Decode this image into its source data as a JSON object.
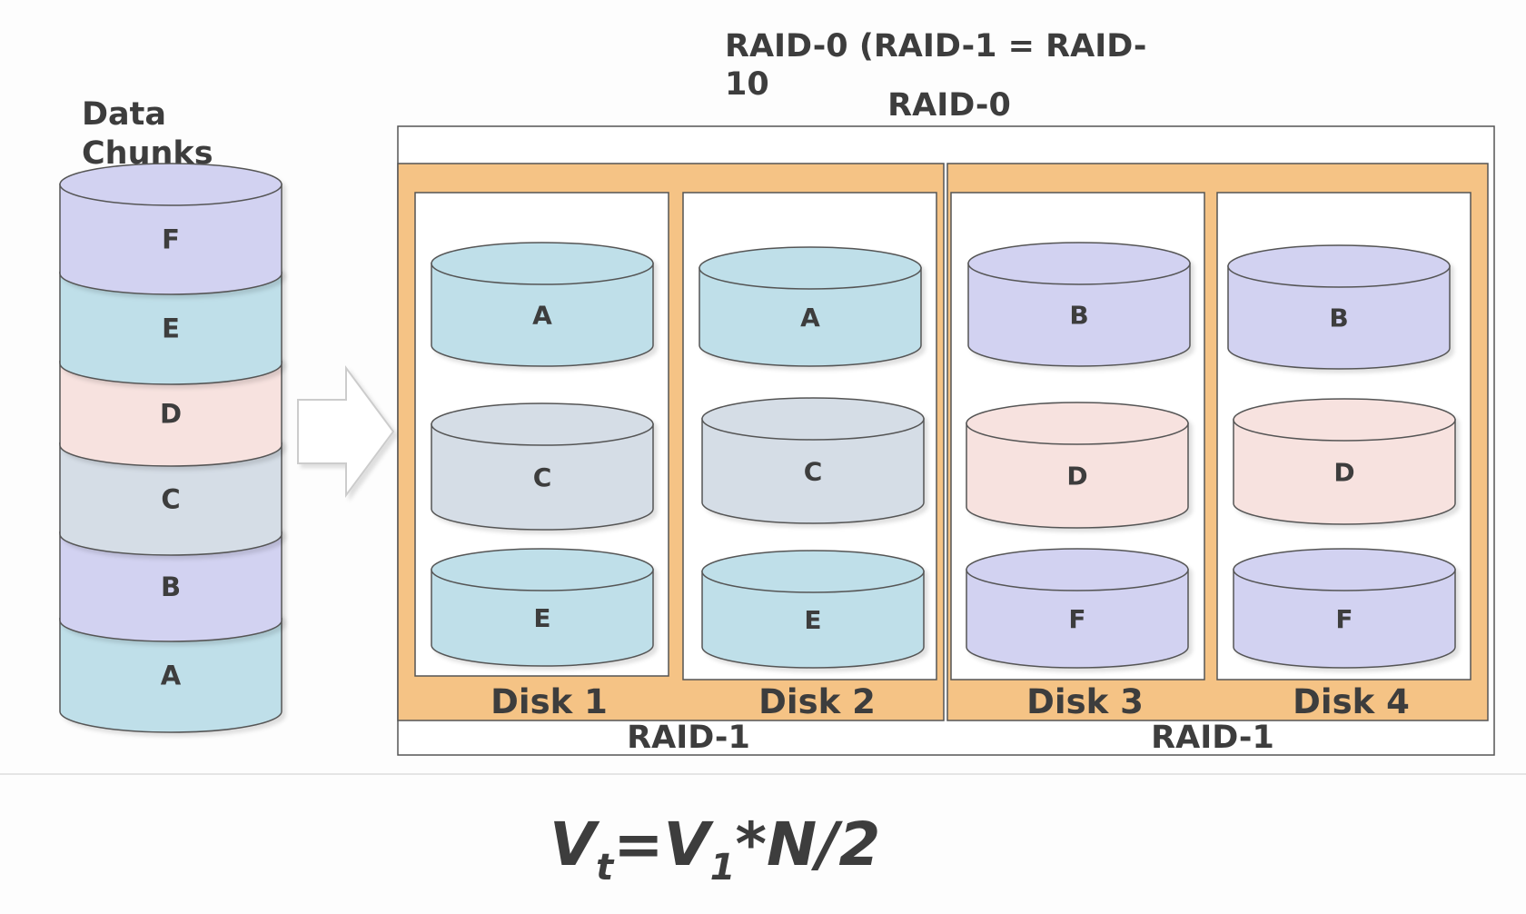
{
  "title": {
    "line1": "RAID-0 (RAID-1 = RAID-",
    "line2": "10"
  },
  "stripe_label": "RAID-0",
  "source": {
    "label_line1": "Data",
    "label_line2": "Chunks",
    "chunks": [
      {
        "label": "F",
        "color": "#d2d2f1"
      },
      {
        "label": "E",
        "color": "#bfdfe9"
      },
      {
        "label": "D",
        "color": "#f7e2df"
      },
      {
        "label": "C",
        "color": "#d5dde6"
      },
      {
        "label": "B",
        "color": "#d2d2f1"
      },
      {
        "label": "A",
        "color": "#bfdfe9"
      }
    ]
  },
  "mirror_groups": [
    {
      "label": "RAID-1"
    },
    {
      "label": "RAID-1"
    }
  ],
  "disks": [
    {
      "label": "Disk 1",
      "chunks": [
        "A",
        "C",
        "E"
      ]
    },
    {
      "label": "Disk 2",
      "chunks": [
        "A",
        "C",
        "E"
      ]
    },
    {
      "label": "Disk 3",
      "chunks": [
        "B",
        "D",
        "F"
      ]
    },
    {
      "label": "Disk 4",
      "chunks": [
        "B",
        "D",
        "F"
      ]
    }
  ],
  "chunk_colors": {
    "A": "#bfdfe9",
    "B": "#d2d2f1",
    "C": "#d5dde6",
    "D": "#f7e2df",
    "E": "#bfdfe9",
    "F": "#d2d2f1"
  },
  "colors": {
    "mirror_group_fill": "#f5c385",
    "outline": "#555555",
    "text": "#3d3d3d"
  },
  "formula": {
    "v": "V",
    "sub_t": "t",
    "equals": "=",
    "v2": "V",
    "sub_1": "1",
    "rest": "*N/2"
  }
}
